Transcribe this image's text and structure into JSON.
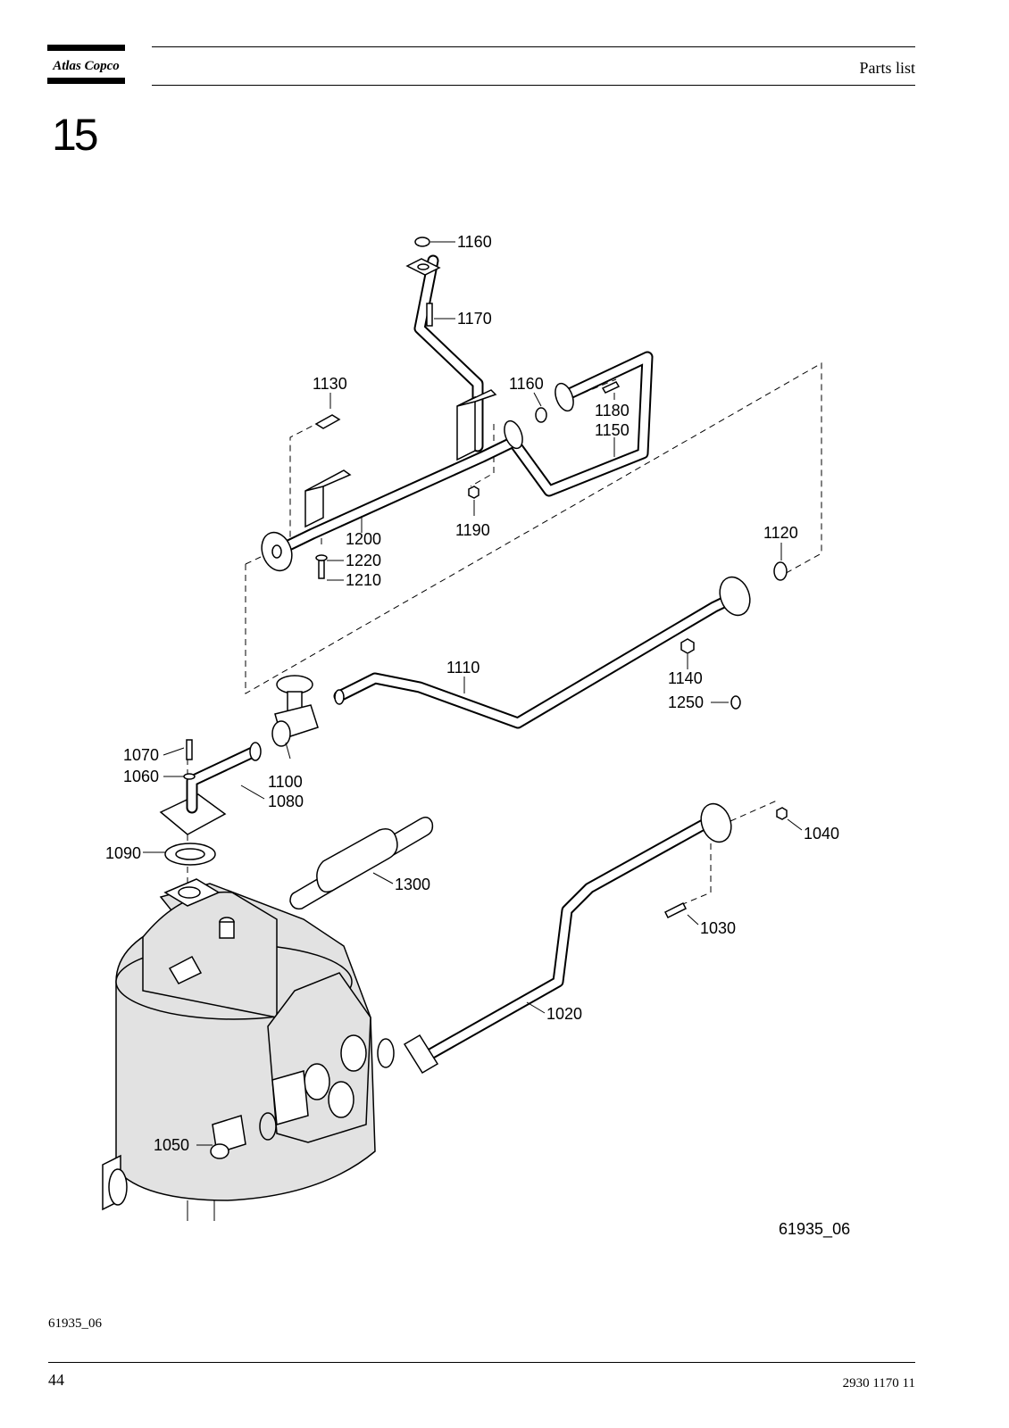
{
  "header": {
    "logo_text": "Atlas Copco",
    "title": "Parts list"
  },
  "section": {
    "number": "15"
  },
  "figure": {
    "drawing_id": "61935_06",
    "caption": "61935_06",
    "callouts": {
      "c1160a": "1160",
      "c1170": "1170",
      "c1130": "1130",
      "c1160b": "1160",
      "c1180": "1180",
      "c1150": "1150",
      "c1200": "1200",
      "c1220": "1220",
      "c1210": "1210",
      "c1190": "1190",
      "c1120": "1120",
      "c1110": "1110",
      "c1140": "1140",
      "c1250": "1250",
      "c1070": "1070",
      "c1060": "1060",
      "c1100": "1100",
      "c1080": "1080",
      "c1090": "1090",
      "c1300": "1300",
      "c1040": "1040",
      "c1030": "1030",
      "c1020": "1020",
      "c1050": "1050"
    }
  },
  "footer": {
    "page_number": "44",
    "document_number": "2930 1170 11"
  }
}
